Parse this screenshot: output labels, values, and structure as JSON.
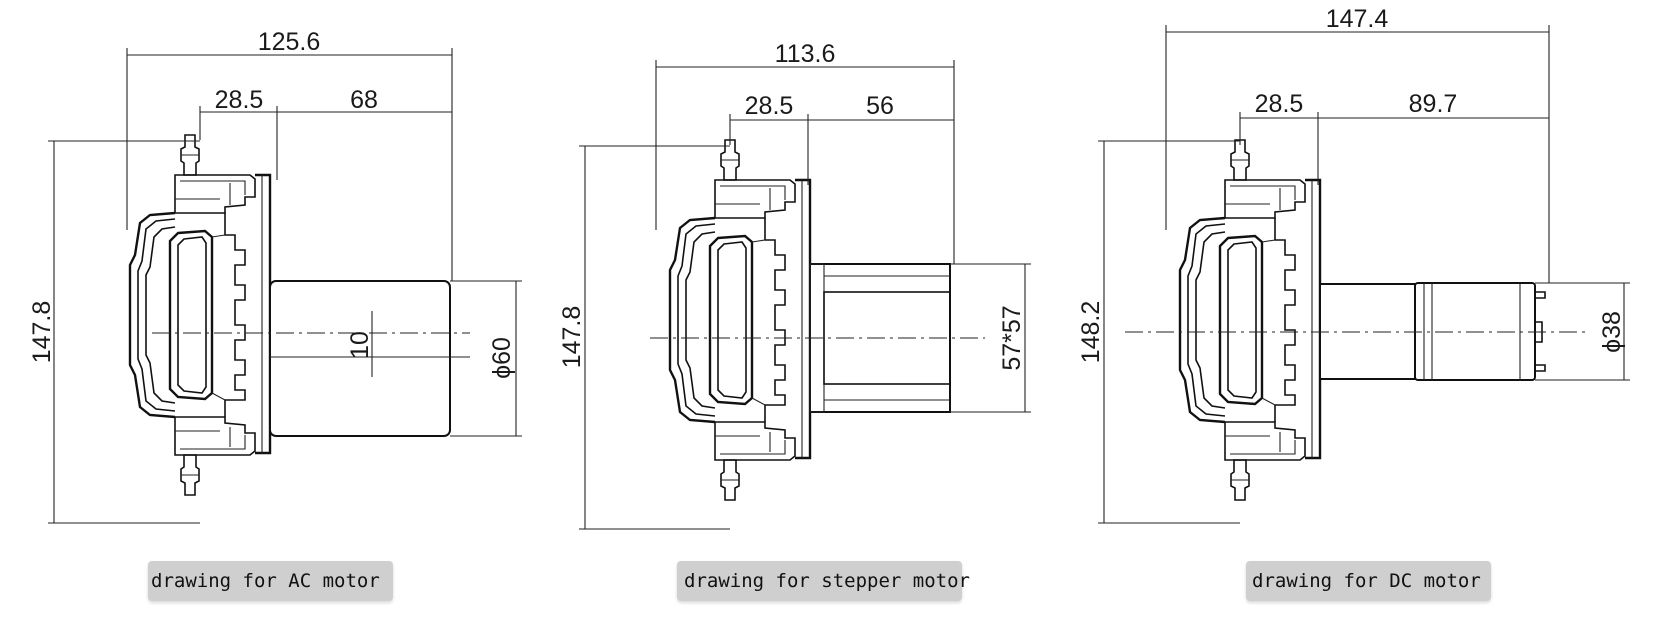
{
  "drawings": [
    {
      "id": "ac",
      "caption": "drawing for AC motor",
      "dims": {
        "overall_width": "125.6",
        "inlet_width": "28.5",
        "motor_length": "68",
        "height": "147.8",
        "offset": "10",
        "diameter": "ϕ60"
      }
    },
    {
      "id": "stepper",
      "caption": "drawing for stepper motor",
      "dims": {
        "overall_width": "113.6",
        "inlet_width": "28.5",
        "motor_length": "56",
        "height": "147.8",
        "flange": "57*57"
      }
    },
    {
      "id": "dc",
      "caption": "drawing for DC motor",
      "dims": {
        "overall_width": "147.4",
        "inlet_width": "28.5",
        "motor_length": "89.7",
        "height": "148.2",
        "diameter": "ϕ38"
      }
    }
  ],
  "colors": {
    "line": "#111111",
    "caption_bg": "#cfcfcf"
  }
}
